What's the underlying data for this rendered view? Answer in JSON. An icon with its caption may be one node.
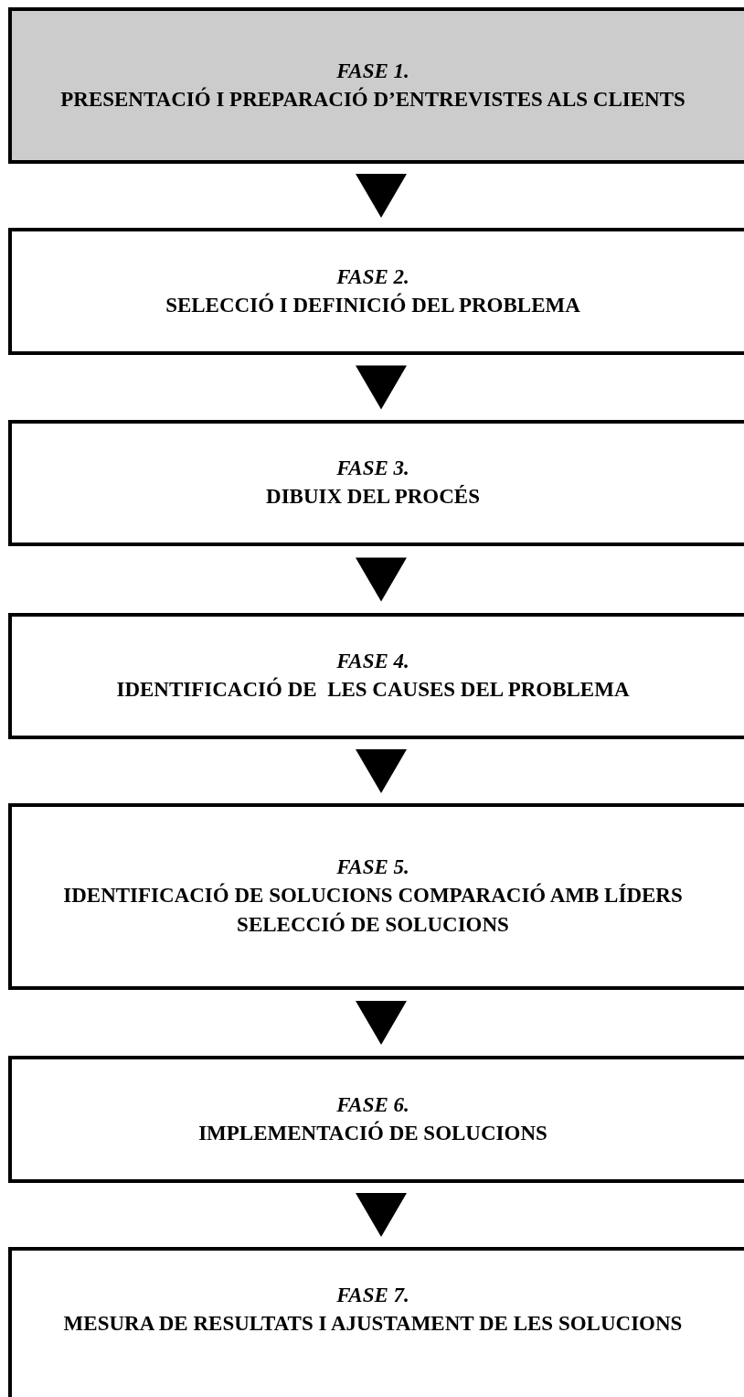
{
  "diagram": {
    "nodes": [
      {
        "text": [
          "FASE 1.",
          "PRESENTACIÓ I PREPARACIÓ D’ENTREVISTES ALS CLIENTS"
        ]
      },
      {
        "text": [
          "FASE 2.",
          "SELECCIÓ I DEFINICIÓ DEL PROBLEMA"
        ]
      },
      {
        "text": [
          "FASE 3.",
          "DIBUIX DEL PROCÉS"
        ]
      },
      {
        "text": [
          "FASE 4.",
          "IDENTIFICACIÓ DE  LES CAUSES DEL PROBLEMA"
        ]
      },
      {
        "text": [
          "FASE 5.",
          "IDENTIFICACIÓ DE SOLUCIONS COMPARACIÓ AMB LÍDERS SELECCIÓ DE SOLUCIONS"
        ]
      },
      {
        "text": [
          "FASE 6.",
          "IMPLEMENTACIÓ DE SOLUCIONS"
        ]
      },
      {
        "text": [
          "FASE 7.",
          "MESURA DE RESULTATS I AJUSTAMENT DE LES SOLUCIONS"
        ]
      }
    ],
    "edges": [
      {
        "from": 0,
        "to": 1,
        "arrow": "to"
      },
      {
        "from": 1,
        "to": 2,
        "arrow": "to"
      },
      {
        "from": 2,
        "to": 3,
        "arrow": "to"
      },
      {
        "from": 3,
        "to": 4,
        "arrow": "to"
      },
      {
        "from": 4,
        "to": 5,
        "arrow": "to"
      },
      {
        "from": 5,
        "to": 6,
        "arrow": "to"
      }
    ]
  }
}
